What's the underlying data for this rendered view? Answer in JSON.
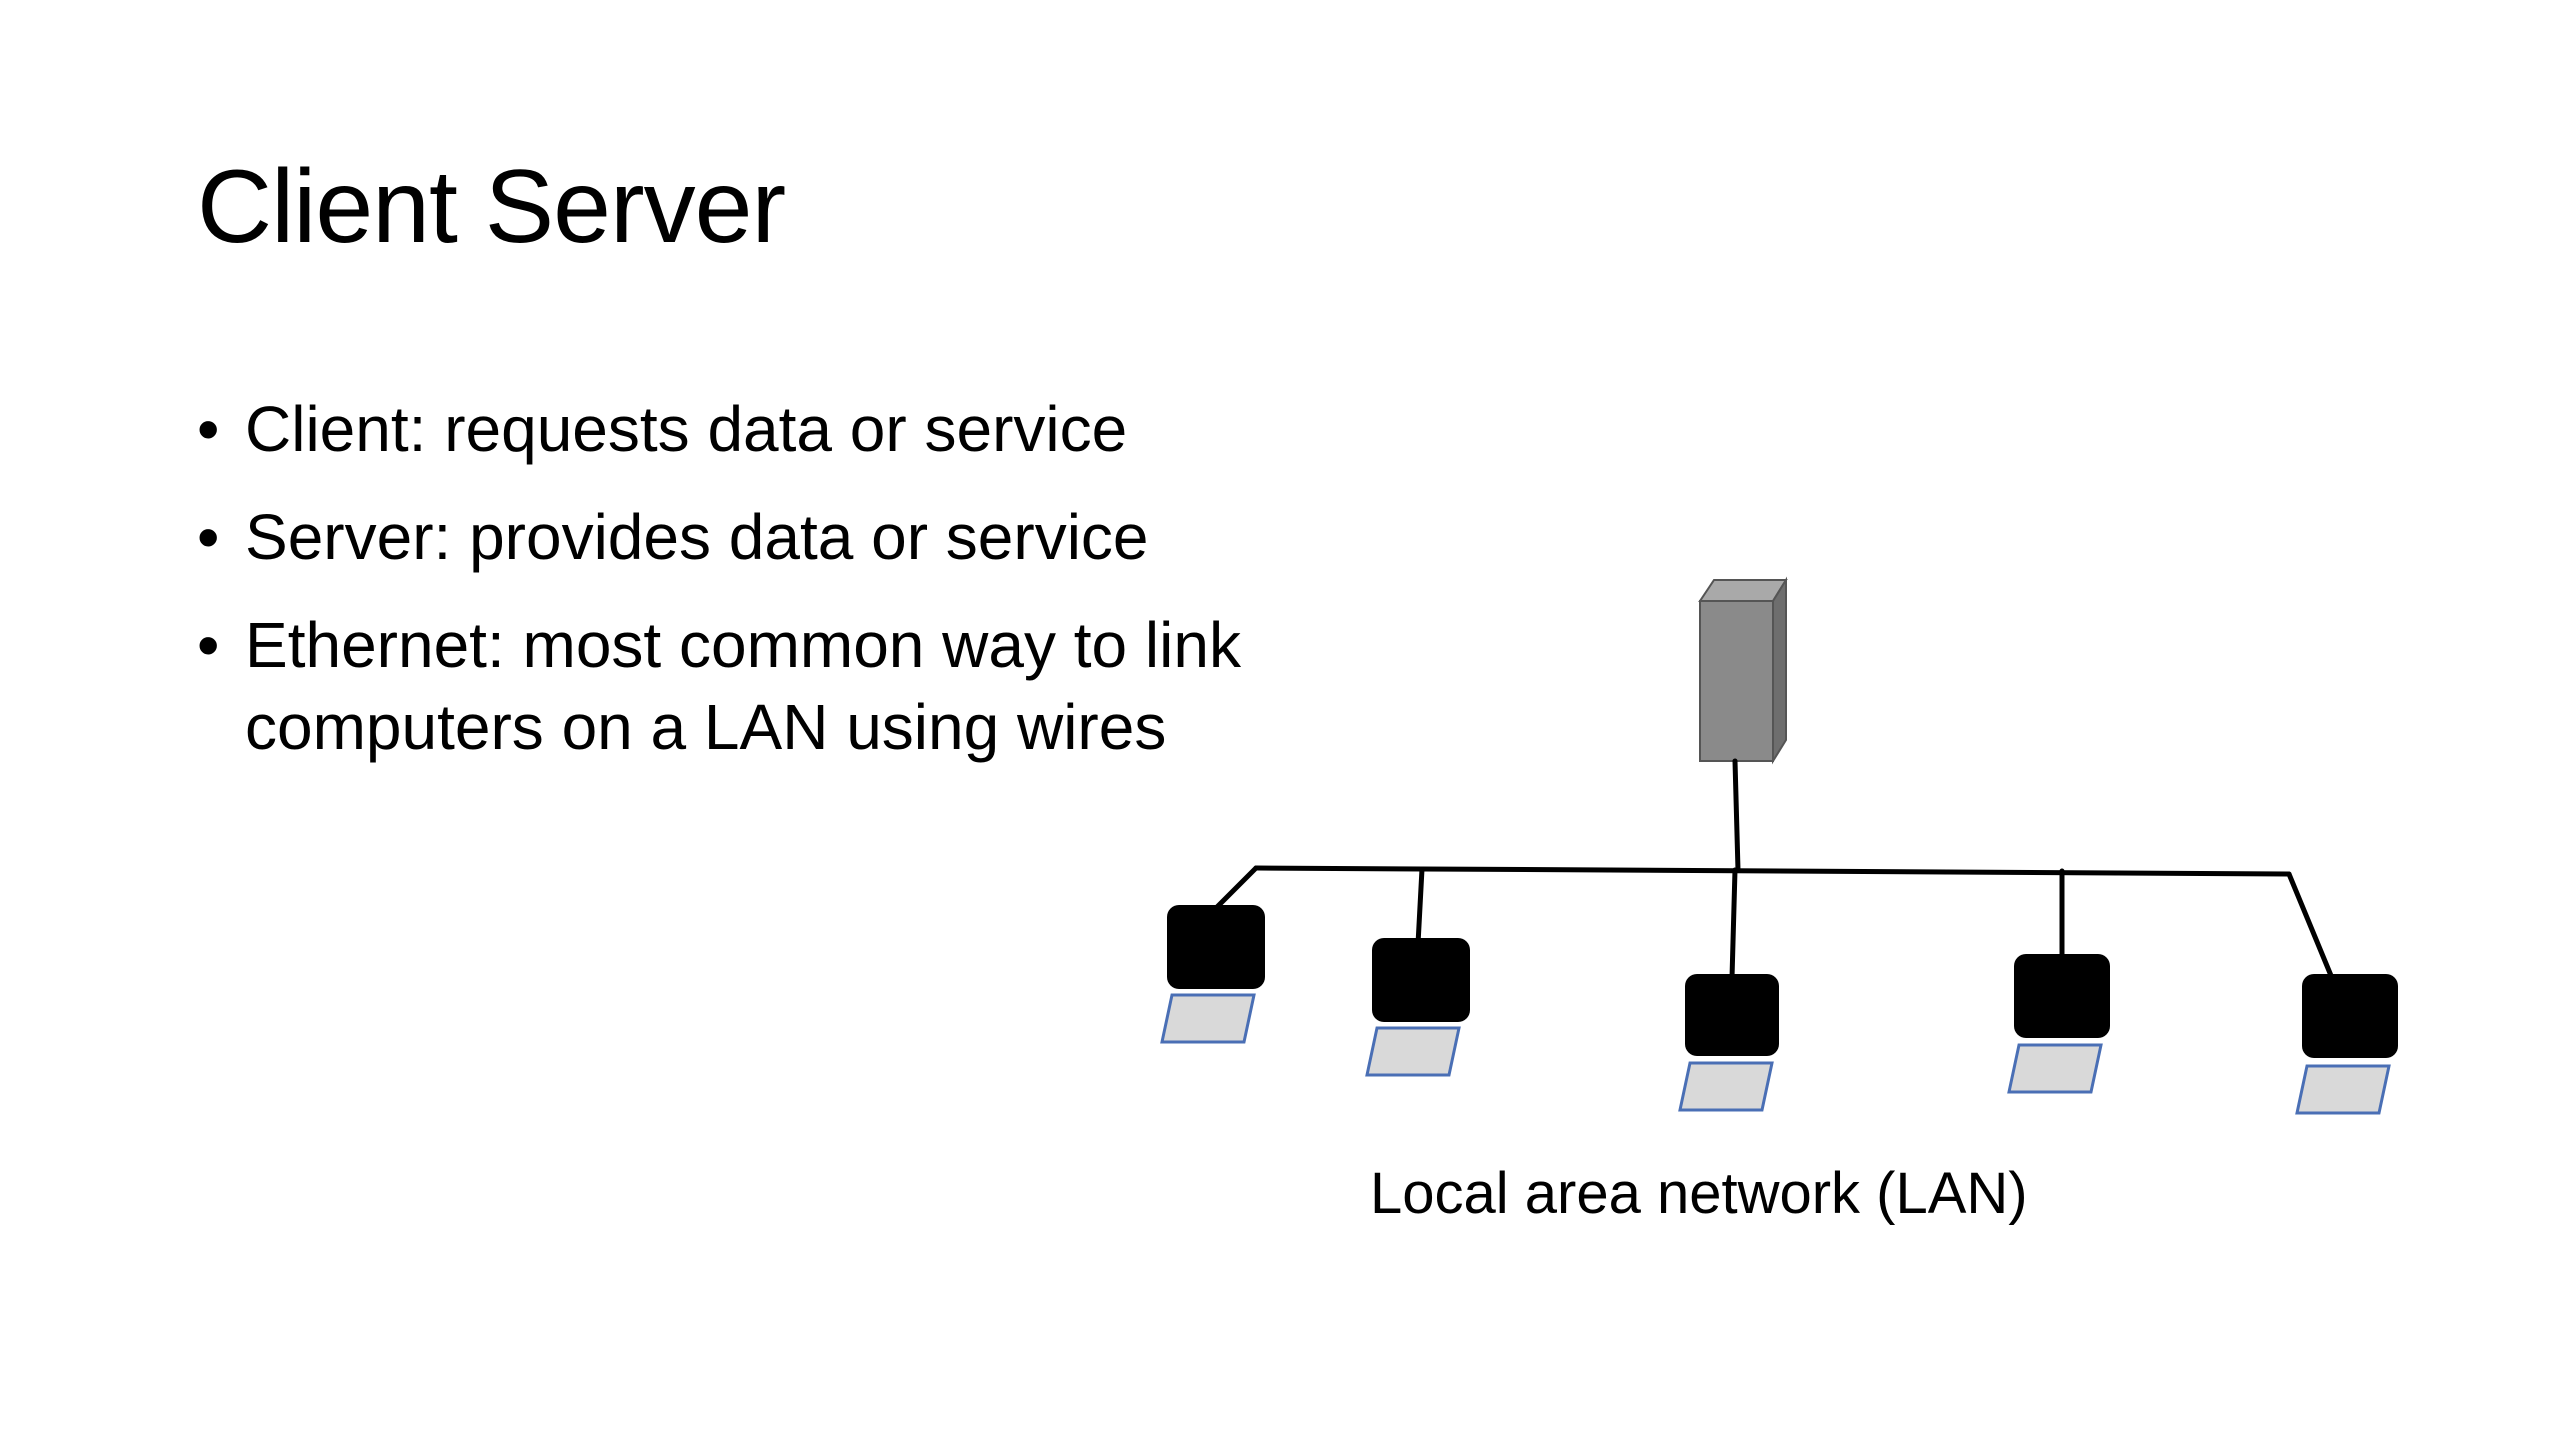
{
  "slide": {
    "title": "Client Server",
    "bullets": [
      {
        "text": "Client: requests data or service"
      },
      {
        "text": "Server: provides data or service"
      },
      {
        "text": "Ethernet: most common way to link computers on a LAN using wires"
      }
    ],
    "bullet_glyph": "•"
  },
  "diagram": {
    "caption": "Local area network (LAN)",
    "server_icon": "server-tower-icon",
    "client_icon": "laptop-computer-icon",
    "client_count": 5,
    "colors": {
      "server_front": "#8a8a8a",
      "server_side": "#6e6e6e",
      "server_top": "#a9a9a9",
      "laptop_screen": "#000000",
      "laptop_keyboard_fill": "#d9d9d9",
      "laptop_keyboard_outline": "#4a6fb5",
      "cable": "#000000"
    }
  }
}
